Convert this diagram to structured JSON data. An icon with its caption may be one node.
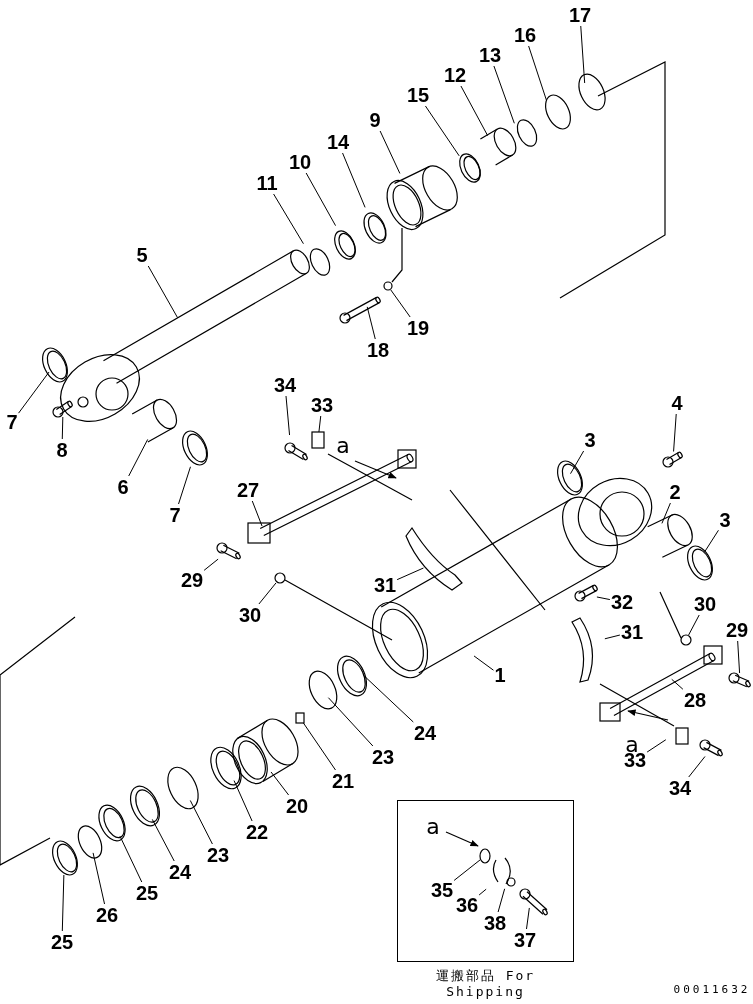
{
  "diagram": {
    "nodes": [
      {
        "text": [
          "17"
        ]
      },
      {
        "text": [
          "16"
        ]
      },
      {
        "text": [
          "13"
        ]
      },
      {
        "text": [
          "12"
        ]
      },
      {
        "text": [
          "15"
        ]
      },
      {
        "text": [
          "9"
        ]
      },
      {
        "text": [
          "14"
        ]
      },
      {
        "text": [
          "10"
        ]
      },
      {
        "text": [
          "11"
        ]
      },
      {
        "text": [
          "5"
        ]
      },
      {
        "text": [
          "19"
        ]
      },
      {
        "text": [
          "18"
        ]
      },
      {
        "text": [
          "7"
        ]
      },
      {
        "text": [
          "8"
        ]
      },
      {
        "text": [
          "6"
        ]
      },
      {
        "text": [
          "7"
        ]
      },
      {
        "text": [
          "34"
        ]
      },
      {
        "text": [
          "33"
        ]
      },
      {
        "text": [
          "4"
        ]
      },
      {
        "text": [
          "3"
        ]
      },
      {
        "text": [
          "27"
        ]
      },
      {
        "text": [
          "2"
        ]
      },
      {
        "text": [
          "3"
        ]
      },
      {
        "text": [
          "29"
        ]
      },
      {
        "text": [
          "31"
        ]
      },
      {
        "text": [
          "30"
        ]
      },
      {
        "text": [
          "32"
        ]
      },
      {
        "text": [
          "31"
        ]
      },
      {
        "text": [
          "30"
        ]
      },
      {
        "text": [
          "29"
        ]
      },
      {
        "text": [
          "1"
        ]
      },
      {
        "text": [
          "28"
        ]
      },
      {
        "text": [
          "24"
        ]
      },
      {
        "text": [
          "23"
        ]
      },
      {
        "text": [
          "21"
        ]
      },
      {
        "text": [
          "20"
        ]
      },
      {
        "text": [
          "33"
        ]
      },
      {
        "text": [
          "34"
        ]
      },
      {
        "text": [
          "22"
        ]
      },
      {
        "text": [
          "23"
        ]
      },
      {
        "text": [
          "24"
        ]
      },
      {
        "text": [
          "25"
        ]
      },
      {
        "text": [
          "26"
        ]
      },
      {
        "text": [
          "25"
        ]
      },
      {
        "text": [],
        "shape": "box",
        "beside": [
          "運搬部品 For Shipping"
        ]
      },
      {
        "text": [
          "35"
        ],
        "in": 44
      },
      {
        "text": [
          "36"
        ],
        "in": 44
      },
      {
        "text": [
          "38"
        ],
        "in": 44
      },
      {
        "text": [
          "37"
        ],
        "in": 44
      },
      {
        "text": [],
        "shape": "circle"
      },
      {
        "text": [],
        "shape": "picture"
      },
      {
        "text": [],
        "shape": "box"
      },
      {
        "text": [],
        "shape": "picture"
      },
      {
        "text": [],
        "shape": "circle"
      },
      {
        "text": [],
        "shape": "circle"
      },
      {
        "text": [],
        "shape": "picture"
      },
      {
        "text": [],
        "shape": "box"
      },
      {
        "text": [],
        "shape": "picture"
      },
      {
        "text": [],
        "shape": "circle",
        "in": 44
      },
      {
        "text": [],
        "shape": "picture"
      }
    ],
    "edges": [
      {
        "from": 0,
        "to": null,
        "arrow": "none"
      },
      {
        "from": 1,
        "to": null,
        "arrow": "none"
      },
      {
        "from": 2,
        "to": null,
        "arrow": "none"
      },
      {
        "from": 3,
        "to": null,
        "arrow": "none"
      },
      {
        "from": 4,
        "to": null,
        "arrow": "none"
      },
      {
        "from": 5,
        "to": null,
        "arrow": "none"
      },
      {
        "from": 6,
        "to": null,
        "arrow": "none"
      },
      {
        "from": 7,
        "to": null,
        "arrow": "none"
      },
      {
        "from": 8,
        "to": null,
        "arrow": "none"
      },
      {
        "from": 9,
        "to": null,
        "arrow": "none"
      },
      {
        "from": 10,
        "to": 49,
        "arrow": "none"
      },
      {
        "from": 11,
        "to": null,
        "arrow": "none"
      },
      {
        "from": 12,
        "to": null,
        "arrow": "none"
      },
      {
        "from": 13,
        "to": 50,
        "arrow": "none"
      },
      {
        "from": 14,
        "to": null,
        "arrow": "none"
      },
      {
        "from": 15,
        "to": null,
        "arrow": "none"
      },
      {
        "from": 16,
        "to": null,
        "arrow": "none"
      },
      {
        "from": 17,
        "to": 51,
        "arrow": "none"
      },
      {
        "from": 18,
        "to": 59,
        "arrow": "none"
      },
      {
        "from": 19,
        "to": null,
        "arrow": "none"
      },
      {
        "from": 20,
        "to": 52,
        "arrow": "none"
      },
      {
        "from": 21,
        "to": null,
        "arrow": "none"
      },
      {
        "from": 22,
        "to": null,
        "arrow": "none"
      },
      {
        "from": 23,
        "to": null,
        "arrow": "none"
      },
      {
        "from": 24,
        "to": null,
        "arrow": "none"
      },
      {
        "from": 25,
        "to": 53,
        "arrow": "none"
      },
      {
        "from": 26,
        "to": null,
        "arrow": "none"
      },
      {
        "from": 27,
        "to": null,
        "arrow": "none"
      },
      {
        "from": 28,
        "to": 54,
        "arrow": "none"
      },
      {
        "from": 29,
        "to": 55,
        "arrow": "none"
      },
      {
        "from": 30,
        "to": null,
        "arrow": "none"
      },
      {
        "from": 31,
        "to": null,
        "arrow": "none"
      },
      {
        "from": 32,
        "to": null,
        "arrow": "none"
      },
      {
        "from": 33,
        "to": null,
        "arrow": "none"
      },
      {
        "from": 34,
        "to": 56,
        "arrow": "none"
      },
      {
        "from": 35,
        "to": null,
        "arrow": "none"
      },
      {
        "from": 36,
        "to": null,
        "arrow": "none"
      },
      {
        "from": 37,
        "to": 57,
        "arrow": "none"
      },
      {
        "from": 38,
        "to": null,
        "arrow": "none"
      },
      {
        "from": 39,
        "to": null,
        "arrow": "none"
      },
      {
        "from": 40,
        "to": null,
        "arrow": "none"
      },
      {
        "from": 41,
        "to": null,
        "arrow": "none"
      },
      {
        "from": 42,
        "to": null,
        "arrow": "none"
      },
      {
        "from": 43,
        "to": null,
        "arrow": "none"
      },
      {
        "from": 45,
        "to": 58,
        "arrow": "none"
      },
      {
        "from": 46,
        "to": null,
        "arrow": "none"
      },
      {
        "from": 47,
        "to": null,
        "arrow": "none"
      },
      {
        "from": 48,
        "to": null,
        "arrow": "none"
      }
    ],
    "labels": [
      "a",
      "a",
      "a",
      "00011632"
    ]
  }
}
